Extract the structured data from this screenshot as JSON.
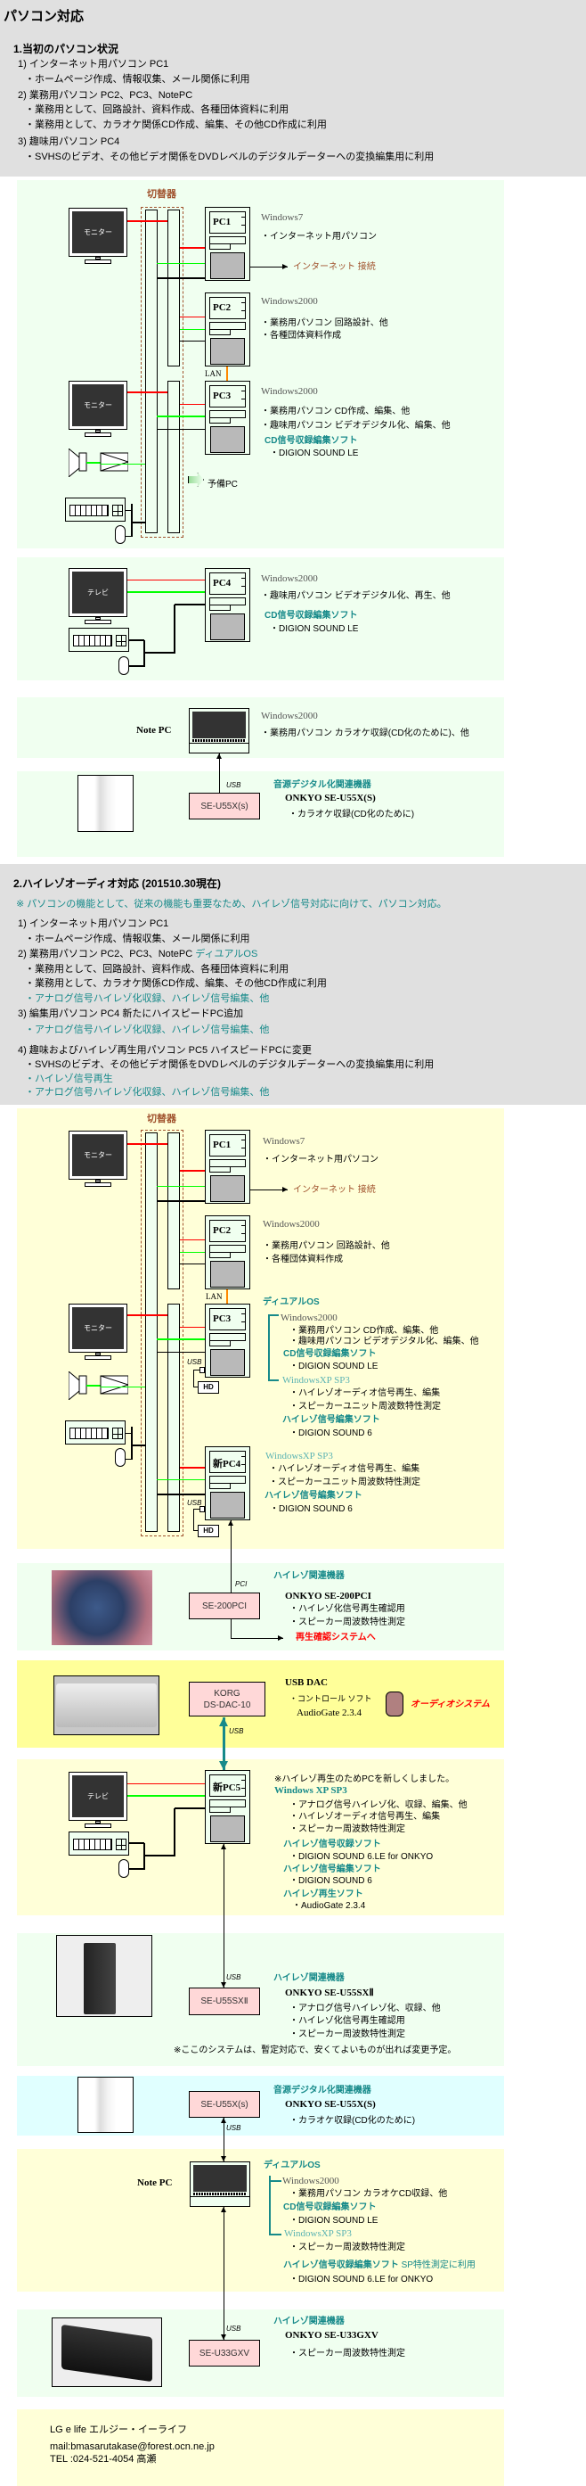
{
  "page_title": "パソコン対応",
  "s1": {
    "heading": "1.当初のパソコン状況",
    "lines": [
      "1)  インターネット用パソコン  PC1",
      "・ホームページ作成、情報収集、メール関係に利用",
      "2)  業務用パソコン  PC2、PC3、NotePC",
      "・業務用として、回路設計、資料作成、各種団体資料に利用",
      "・業務用として、カラオケ関係CD作成、編集、その他CD作成に利用",
      "3)  趣味用パソコン  PC4",
      "・SVHSのビデオ、その他ビデオ関係をDVDレベルのデジタルデーターへの変換編集用に利用"
    ]
  },
  "d1": {
    "switch": "切替器",
    "monitor": "モニター",
    "tv": "テレビ",
    "pc1": "PC1",
    "pc2": "PC2",
    "pc3": "PC3",
    "pc4": "PC4",
    "lan": "LAN",
    "spare": "予備PC",
    "internet": "インターネット 接続",
    "pc1_os": "Windows7",
    "pc1_l1": "・インターネット用パソコン",
    "pc2_os": "Windows2000",
    "pc2_l1": "・業務用パソコン  回路設計、他",
    "pc2_l2": "・各種団体資料作成",
    "pc3_os": "Windows2000",
    "pc3_l1": "・業務用パソコン  CD作成、編集、他",
    "pc3_l2": "・趣味用パソコン  ビデオデジタル化、編集、他",
    "pc3_soft": "CD信号収録編集ソフト",
    "pc3_sw": "・DIGION SOUND  LE",
    "pc4_os": "Windows2000",
    "pc4_l1": "・趣味用パソコン  ビデオデジタル化、再生、他",
    "pc4_soft": "CD信号収録編集ソフト",
    "pc4_sw": "・DIGION SOUND  LE",
    "note": "Note PC",
    "note_os": "Windows2000",
    "note_l1": "・業務用パソコン  カラオケ収録(CD化のために)、他",
    "usb": "USB",
    "dev": "SE-U55X(s)",
    "dev_head": "音源デジタル化関連機器",
    "dev_model": "ONKYO  SE-U55X(S)",
    "dev_l1": "・カラオケ収録(CD化のために)"
  },
  "s2": {
    "heading": "2.ハイレゾオーディオ対応 (201510.30現在)",
    "note": "※ パソコンの機能として、従来の機能も重要なため、ハイレゾ信号対応に向けて、パソコン対応。",
    "lines": [
      {
        "text": "1)  インターネット用パソコン  PC1",
        "teal": ""
      },
      {
        "text": "・ホームページ作成、情報収集、メール関係に利用",
        "teal": ""
      },
      {
        "text": "2)  業務用パソコン  PC2、PC3、NotePC",
        "teal": "  ディユアルOS"
      },
      {
        "text": "・業務用として、回路設計、資料作成、各種団体資料に利用",
        "teal": ""
      },
      {
        "text": "・業務用として、カラオケ関係CD作成、編集、その他CD作成に利用",
        "teal": ""
      },
      {
        "text": "",
        "teal": "・アナログ信号ハイレゾ化収録、ハイレゾ信号編集、他"
      },
      {
        "text": "3)  編集用パソコン  PC4  新たにハイスピードPC追加",
        "teal": ""
      },
      {
        "text": "",
        "teal": "・アナログ信号ハイレゾ化収録、ハイレゾ信号編集、他"
      },
      {
        "text": "4)  趣味およびハイレゾ再生用パソコン  PC5  ハイスピードPCに変更",
        "teal": ""
      },
      {
        "text": "・SVHSのビデオ、その他ビデオ関係をDVDレベルのデジタルデーターへの変換編集用に利用",
        "teal": ""
      },
      {
        "text": "",
        "teal": "・ハイレゾ信号再生"
      },
      {
        "text": "",
        "teal": "・アナログ信号ハイレゾ化収録、ハイレゾ信号編集、他"
      }
    ]
  },
  "d2": {
    "switch": "切替器",
    "monitor": "モニター",
    "tv": "テレビ",
    "pc1": "PC1",
    "pc2": "PC2",
    "pc3": "PC3",
    "pc4": "新PC4",
    "pc5": "新PC5",
    "lan": "LAN",
    "hd": "HD",
    "usb": "USB",
    "pci": "PCI",
    "internet": "インターネット 接続",
    "pc1_os": "Windows7",
    "pc1_l1": "・インターネット用パソコン",
    "pc2_os": "Windows2000",
    "pc2_l1": "・業務用パソコン  回路設計、他",
    "pc2_l2": "・各種団体資料作成",
    "dual": "ディユアルOS",
    "pc3_os1": "Windows2000",
    "pc3_l1": "・業務用パソコン  CD作成、編集、他",
    "pc3_l2": "・趣味用パソコン  ビデオデジタル化、編集、他",
    "pc3_soft1": "CD信号収録編集ソフト",
    "pc3_sw1": "・DIGION SOUND  LE",
    "pc3_os2": "WindowsXP SP3",
    "pc3_l3": "・ハイレゾオーディオ信号再生、編集",
    "pc3_l4": "・スピーカーユニット周波数特性測定",
    "pc3_soft2": "ハイレゾ信号編集ソフト",
    "pc3_sw2": "・DIGION SOUND 6",
    "pc4_os": "WindowsXP SP3",
    "pc4_l1": "・ハイレゾオーディオ信号再生、編集",
    "pc4_l2": "・スピーカーユニット周波数特性測定",
    "pc4_soft": "ハイレゾ信号編集ソフト",
    "pc4_sw": "・DIGION SOUND 6",
    "pci_dev": "SE-200PCI",
    "pci_head": "ハイレゾ関連機器",
    "pci_model": "ONKYO  SE-200PCI",
    "pci_l1": "・ハイレゾ化信号再生確認用",
    "pci_l2": "・スピーカー周波数特性測定",
    "pci_to": "再生確認システムへ",
    "dac_dev": "KORG\nDS-DAC-10",
    "dac_head": "USB DAC",
    "dac_l1": "・コントロール ソフト",
    "dac_l2": "AudioGate 2.3.4",
    "dac_to": "オーディオシステム",
    "pc5_note": "※ハイレゾ再生のためPCを新しくしました。",
    "pc5_os": "Windows XP SP3",
    "pc5_l1": "・アナログ信号ハイレゾ化、収録、編集、他",
    "pc5_l2": "・ハイレゾオーディオ信号再生、編集",
    "pc5_l3": "・スピーカー周波数特性測定",
    "pc5_soft1": "ハイレゾ信号収録ソフト",
    "pc5_sw1": "・DIGION SOUND 6.LE for ONKYO",
    "pc5_soft2": "ハイレゾ信号編集ソフト",
    "pc5_sw2": "・DIGION SOUND 6",
    "pc5_soft3": "ハイレゾ再生ソフト",
    "pc5_sw3": "・AudioGate 2.3.4",
    "sx_dev": "SE-U55SXⅡ",
    "sx_head": "ハイレゾ関連機器",
    "sx_model": "ONKYO  SE-U55SXⅡ",
    "sx_l1": "・アナログ信号ハイレゾ化、収録、他",
    "sx_l2": "・ハイレゾ化信号再生確認用",
    "sx_l3": "・スピーカー周波数特性測定",
    "sx_note": "※ここのシステムは、暫定対応で、安くてよいものが出れば変更予定。",
    "x_dev": "SE-U55X(s)",
    "x_head": "音源デジタル化関連機器",
    "x_model": "ONKYO  SE-U55X(S)",
    "x_l1": "・カラオケ収録(CD化のために)",
    "note": "Note PC",
    "n_dual": "ディユアルOS",
    "n_os1": "Windows2000",
    "n_l1": "・業務用パソコン  カラオケCD収録、他",
    "n_soft1": "CD信号収録編集ソフト",
    "n_sw1": "・DIGION SOUND  LE",
    "n_os2": "WindowsXP SP3",
    "n_l2": "・スピーカー周波数特性測定",
    "n_soft2": "ハイレゾ信号収録編集ソフト",
    "n_soft2b": "  SP特性測定に利用",
    "n_sw2": "・DIGION SOUND 6.LE for ONKYO",
    "gx_dev": "SE-U33GXV",
    "gx_head": "ハイレゾ関連機器",
    "gx_model": "ONKYO  SE-U33GXV",
    "gx_l1": "・スピーカー周波数特性測定"
  },
  "footer": {
    "name": "LG e life エルジー・イーライフ",
    "mail": "mail:bmasarutakase@forest.ocn.ne.jp",
    "tel": "TEL :024-521-4054  高瀬"
  }
}
